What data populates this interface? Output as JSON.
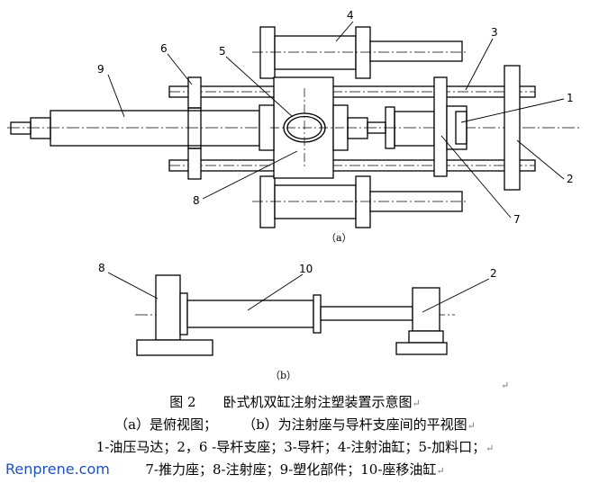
{
  "part_numbers": {
    "n1": "1",
    "n2": "2",
    "n3": "3",
    "n4": "4",
    "n5": "5",
    "n6": "6",
    "n7": "7",
    "n8": "8",
    "n9": "9",
    "n10": "10",
    "b_n2": "2",
    "b_n8": "8"
  },
  "view_labels": {
    "a": "（a）",
    "b": "（b）"
  },
  "caption": {
    "figure_title": "图 2　　卧式机双缸注射注塑装置示意图",
    "view_a": "（a）是俯视图；",
    "view_b": "（b）为注射座与导杆支座间的平视图",
    "legend_line1": "1-油压马达；2，6 -导杆支座；3-导杆；4-注射油缸；5-加料口；",
    "legend_line2": "7-推力座；8-注射座；9-塑化部件；10-座移油缸"
  },
  "paragraph_mark": "↵",
  "watermark": "Renprene.com",
  "colors": {
    "line": "#000000",
    "watermark": "#1f52b8",
    "mark": "#777777"
  }
}
